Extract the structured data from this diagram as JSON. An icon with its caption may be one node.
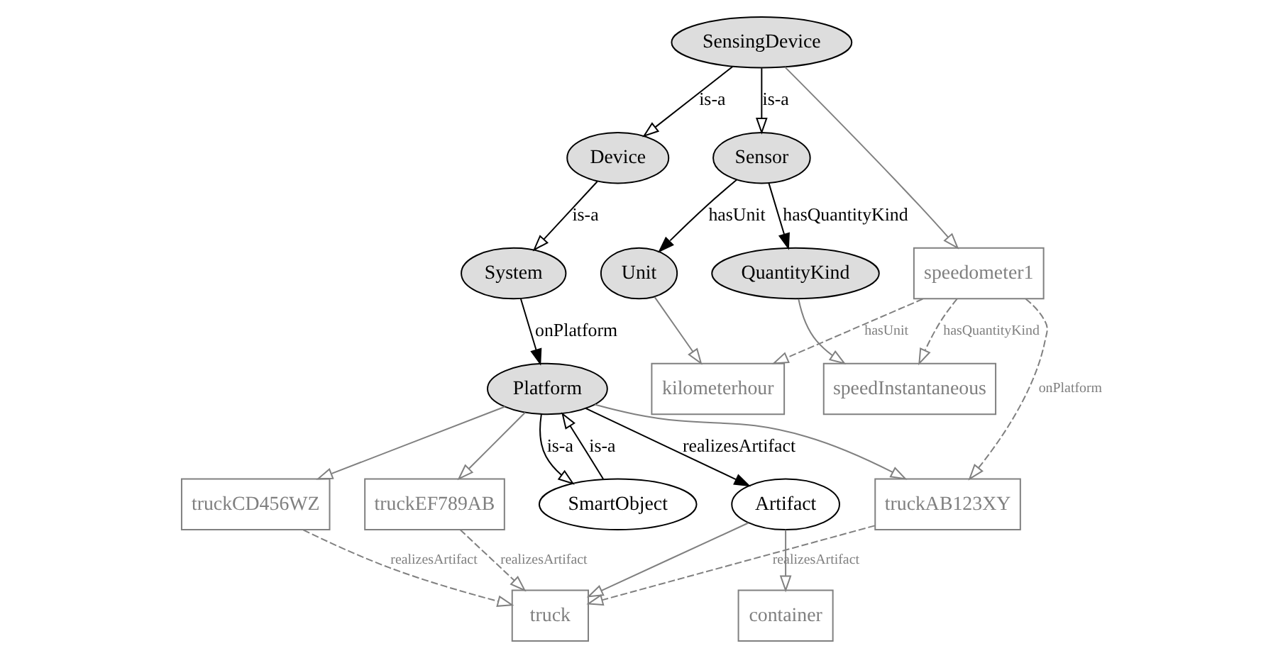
{
  "diagram": {
    "nodes": [
      {
        "text": [
          "SensingDevice"
        ]
      },
      {
        "text": [
          "Device"
        ]
      },
      {
        "text": [
          "Sensor"
        ]
      },
      {
        "text": [
          "System"
        ]
      },
      {
        "text": [
          "Unit"
        ]
      },
      {
        "text": [
          "QuantityKind"
        ]
      },
      {
        "text": [
          "speedometer1"
        ]
      },
      {
        "text": [
          "Platform"
        ]
      },
      {
        "text": [
          "kilometerhour"
        ]
      },
      {
        "text": [
          "speedInstantaneous"
        ]
      },
      {
        "text": [
          "truckCD456WZ"
        ]
      },
      {
        "text": [
          "truckEF789AB"
        ]
      },
      {
        "text": [
          "SmartObject"
        ]
      },
      {
        "text": [
          "Artifact"
        ]
      },
      {
        "text": [
          "truckAB123XY"
        ]
      },
      {
        "text": [
          "truck"
        ]
      },
      {
        "text": [
          "container"
        ]
      }
    ],
    "edges": [
      {
        "from": 0,
        "to": 1,
        "arrow": "to",
        "label": "is-a",
        "color": "#000000"
      },
      {
        "from": 0,
        "to": 2,
        "arrow": "to",
        "label": "is-a",
        "color": "#000000"
      },
      {
        "from": 0,
        "to": 6,
        "arrow": "to"
      },
      {
        "from": 1,
        "to": 3,
        "arrow": "to",
        "label": "is-a",
        "color": "#000000"
      },
      {
        "from": 2,
        "to": 4,
        "arrow": "to",
        "label": "hasUnit",
        "color": "#000000"
      },
      {
        "from": 2,
        "to": 5,
        "arrow": "to",
        "label": "hasQuantityKind",
        "color": "#000000"
      },
      {
        "from": 3,
        "to": 7,
        "arrow": "to",
        "label": "onPlatform",
        "color": "#000000"
      },
      {
        "from": 4,
        "to": 8,
        "arrow": "to"
      },
      {
        "from": 5,
        "to": 9,
        "arrow": "to"
      },
      {
        "from": 6,
        "to": 8,
        "arrow": "to",
        "label": "hasUnit",
        "style": "dashed"
      },
      {
        "from": 6,
        "to": 9,
        "arrow": "to",
        "label": "hasQuantityKind",
        "style": "dashed"
      },
      {
        "from": 6,
        "to": 14,
        "arrow": "to",
        "label": "onPlatform",
        "style": "dashed"
      },
      {
        "from": 7,
        "to": 10,
        "arrow": "to"
      },
      {
        "from": 7,
        "to": 11,
        "arrow": "to"
      },
      {
        "from": 7,
        "to": 12,
        "arrow": "to",
        "label": "is-a",
        "color": "#000000"
      },
      {
        "from": 12,
        "to": 7,
        "arrow": "to",
        "label": "is-a",
        "color": "#000000"
      },
      {
        "from": 7,
        "to": 13,
        "arrow": "to",
        "label": "realizesArtifact",
        "color": "#000000"
      },
      {
        "from": 7,
        "to": 14,
        "arrow": "to"
      },
      {
        "from": 10,
        "to": 15,
        "arrow": "to",
        "label": "realizesArtifact",
        "style": "dashed"
      },
      {
        "from": 11,
        "to": 15,
        "arrow": "to",
        "label": "realizesArtifact",
        "style": "dashed"
      },
      {
        "from": 13,
        "to": 15,
        "arrow": "to"
      },
      {
        "from": 14,
        "to": 15,
        "arrow": "to",
        "label": "realizesArtifact",
        "style": "dashed"
      },
      {
        "from": 13,
        "to": 16,
        "arrow": "to"
      }
    ]
  }
}
